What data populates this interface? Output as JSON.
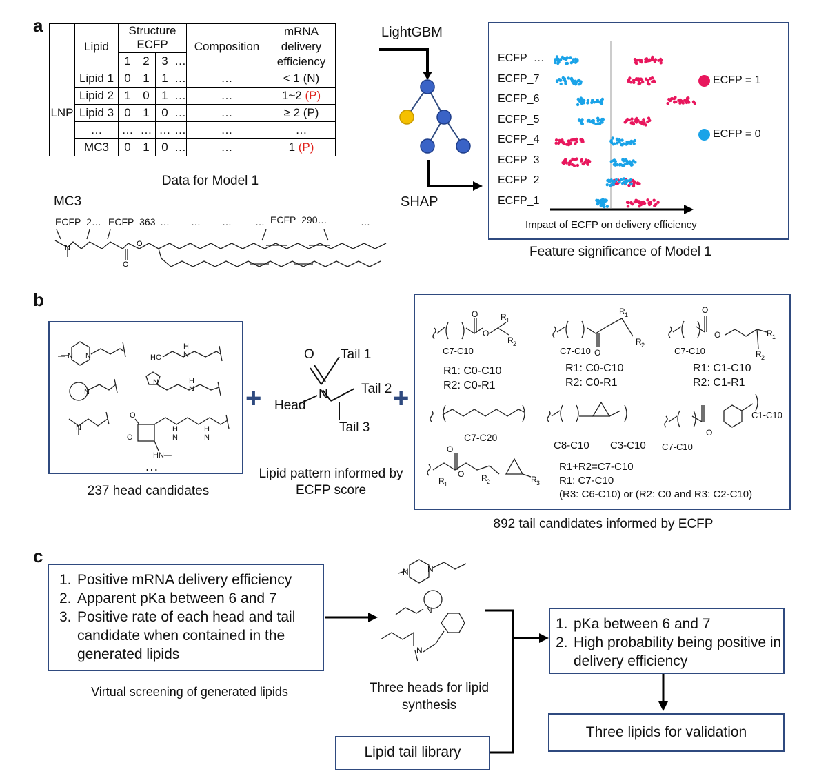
{
  "panels": {
    "a": "a",
    "b": "b",
    "c": "c"
  },
  "panel_a": {
    "table": {
      "h_lipid": "Lipid",
      "h_structure": "Structure ECFP",
      "h_composition": "Composition",
      "h_efficiency": "mRNA delivery efficiency",
      "h_bits": [
        "1",
        "2",
        "3",
        "…"
      ],
      "group_label": "LNP",
      "rows": [
        {
          "name": "Lipid 1",
          "b1": "0",
          "b2": "1",
          "b3": "1",
          "b4": "…",
          "comp": "…",
          "eff": "< 1 ",
          "eff_tag": "(N)",
          "tag_red": false
        },
        {
          "name": "Lipid 2",
          "b1": "1",
          "b2": "0",
          "b3": "1",
          "b4": "…",
          "comp": "…",
          "eff": "1~2 ",
          "eff_tag": "(P)",
          "tag_red": true
        },
        {
          "name": "Lipid 3",
          "b1": "0",
          "b2": "1",
          "b3": "0",
          "b4": "…",
          "comp": "…",
          "eff": "≥ 2 ",
          "eff_tag": "(P)",
          "tag_red": false
        },
        {
          "name": "…",
          "b1": "…",
          "b2": "…",
          "b3": "…",
          "b4": "…",
          "comp": "…",
          "eff": "…",
          "eff_tag": "",
          "tag_red": false
        },
        {
          "name": "MC3",
          "b1": "0",
          "b2": "1",
          "b3": "0",
          "b4": "…",
          "comp": "…",
          "eff": "1 ",
          "eff_tag": "(P)",
          "tag_red": true
        }
      ]
    },
    "table_caption": "Data for Model 1",
    "lightgbm": "LightGBM",
    "shap": "SHAP",
    "mc3_title": "MC3",
    "mc3_labels": [
      "ECFP_2…",
      "ECFP_363",
      "…",
      "…",
      "…",
      "…",
      "ECFP_290…",
      "…"
    ],
    "shap_plot": {
      "features": [
        "ECFP_…",
        "ECFP_7",
        "ECFP_6",
        "ECFP_5",
        "ECFP_4",
        "ECFP_3",
        "ECFP_2",
        "ECFP_1"
      ],
      "xlabel": "Impact of ECFP on delivery efficiency",
      "legend": [
        {
          "label": "ECFP = 1",
          "color": "#e8175d"
        },
        {
          "label": "ECFP = 0",
          "color": "#1aa3e8"
        }
      ]
    },
    "shap_caption": "Feature significance of Model 1"
  },
  "panel_b": {
    "head_ellipsis": "…",
    "head_caption": "237 head candidates",
    "pattern_labels": {
      "tail1": "Tail 1",
      "tail2": "Tail 2",
      "tail3": "Tail 3",
      "head": "Head",
      "n": "N",
      "o": "O"
    },
    "pattern_caption": "Lipid pattern informed by ECFP score",
    "plus": "+",
    "tails": {
      "t1": {
        "carbon": "C7-C10",
        "r1": "R1: C0-C10",
        "r2": "R2: C0-R1"
      },
      "t2": {
        "carbon": "C7-C10",
        "r1": "R1: C0-C10",
        "r2": "R2: C0-R1"
      },
      "t3": {
        "carbon": "C7-C10",
        "r1": "R1: C1-C10",
        "r2": "R2: C1-R1"
      },
      "t4": {
        "carbon": "C7-C20"
      },
      "t5": {
        "carbon_a": "C8-C10",
        "carbon_b": "C3-C10"
      },
      "t6": {
        "carbon_a": "C7-C10",
        "carbon_b": "C1-C10"
      },
      "t7": {
        "l1": "R1+R2=C7-C10",
        "l2": "R1: C7-C10",
        "l3": "(R3: C6-C10) or (R2: C0 and R3: C2-C10)"
      }
    },
    "tail_caption": "892 tail candidates informed by ECFP"
  },
  "panel_c": {
    "criteria": [
      {
        "n": "1.",
        "text": "Positive mRNA delivery efficiency"
      },
      {
        "n": "2.",
        "text": "Apparent pKa between 6 and 7"
      },
      {
        "n": "3.",
        "text": "Positive rate of each head and tail candidate when contained in the generated lipids"
      }
    ],
    "screen_caption": "Virtual screening of generated lipids",
    "heads_caption": "Three heads for lipid synthesis",
    "tail_library": "Lipid tail library",
    "final_criteria": [
      {
        "n": "1.",
        "text": "pKa between 6 and 7"
      },
      {
        "n": "2.",
        "text": "High probability being positive in delivery efficiency"
      }
    ],
    "validation": "Three lipids for validation"
  }
}
